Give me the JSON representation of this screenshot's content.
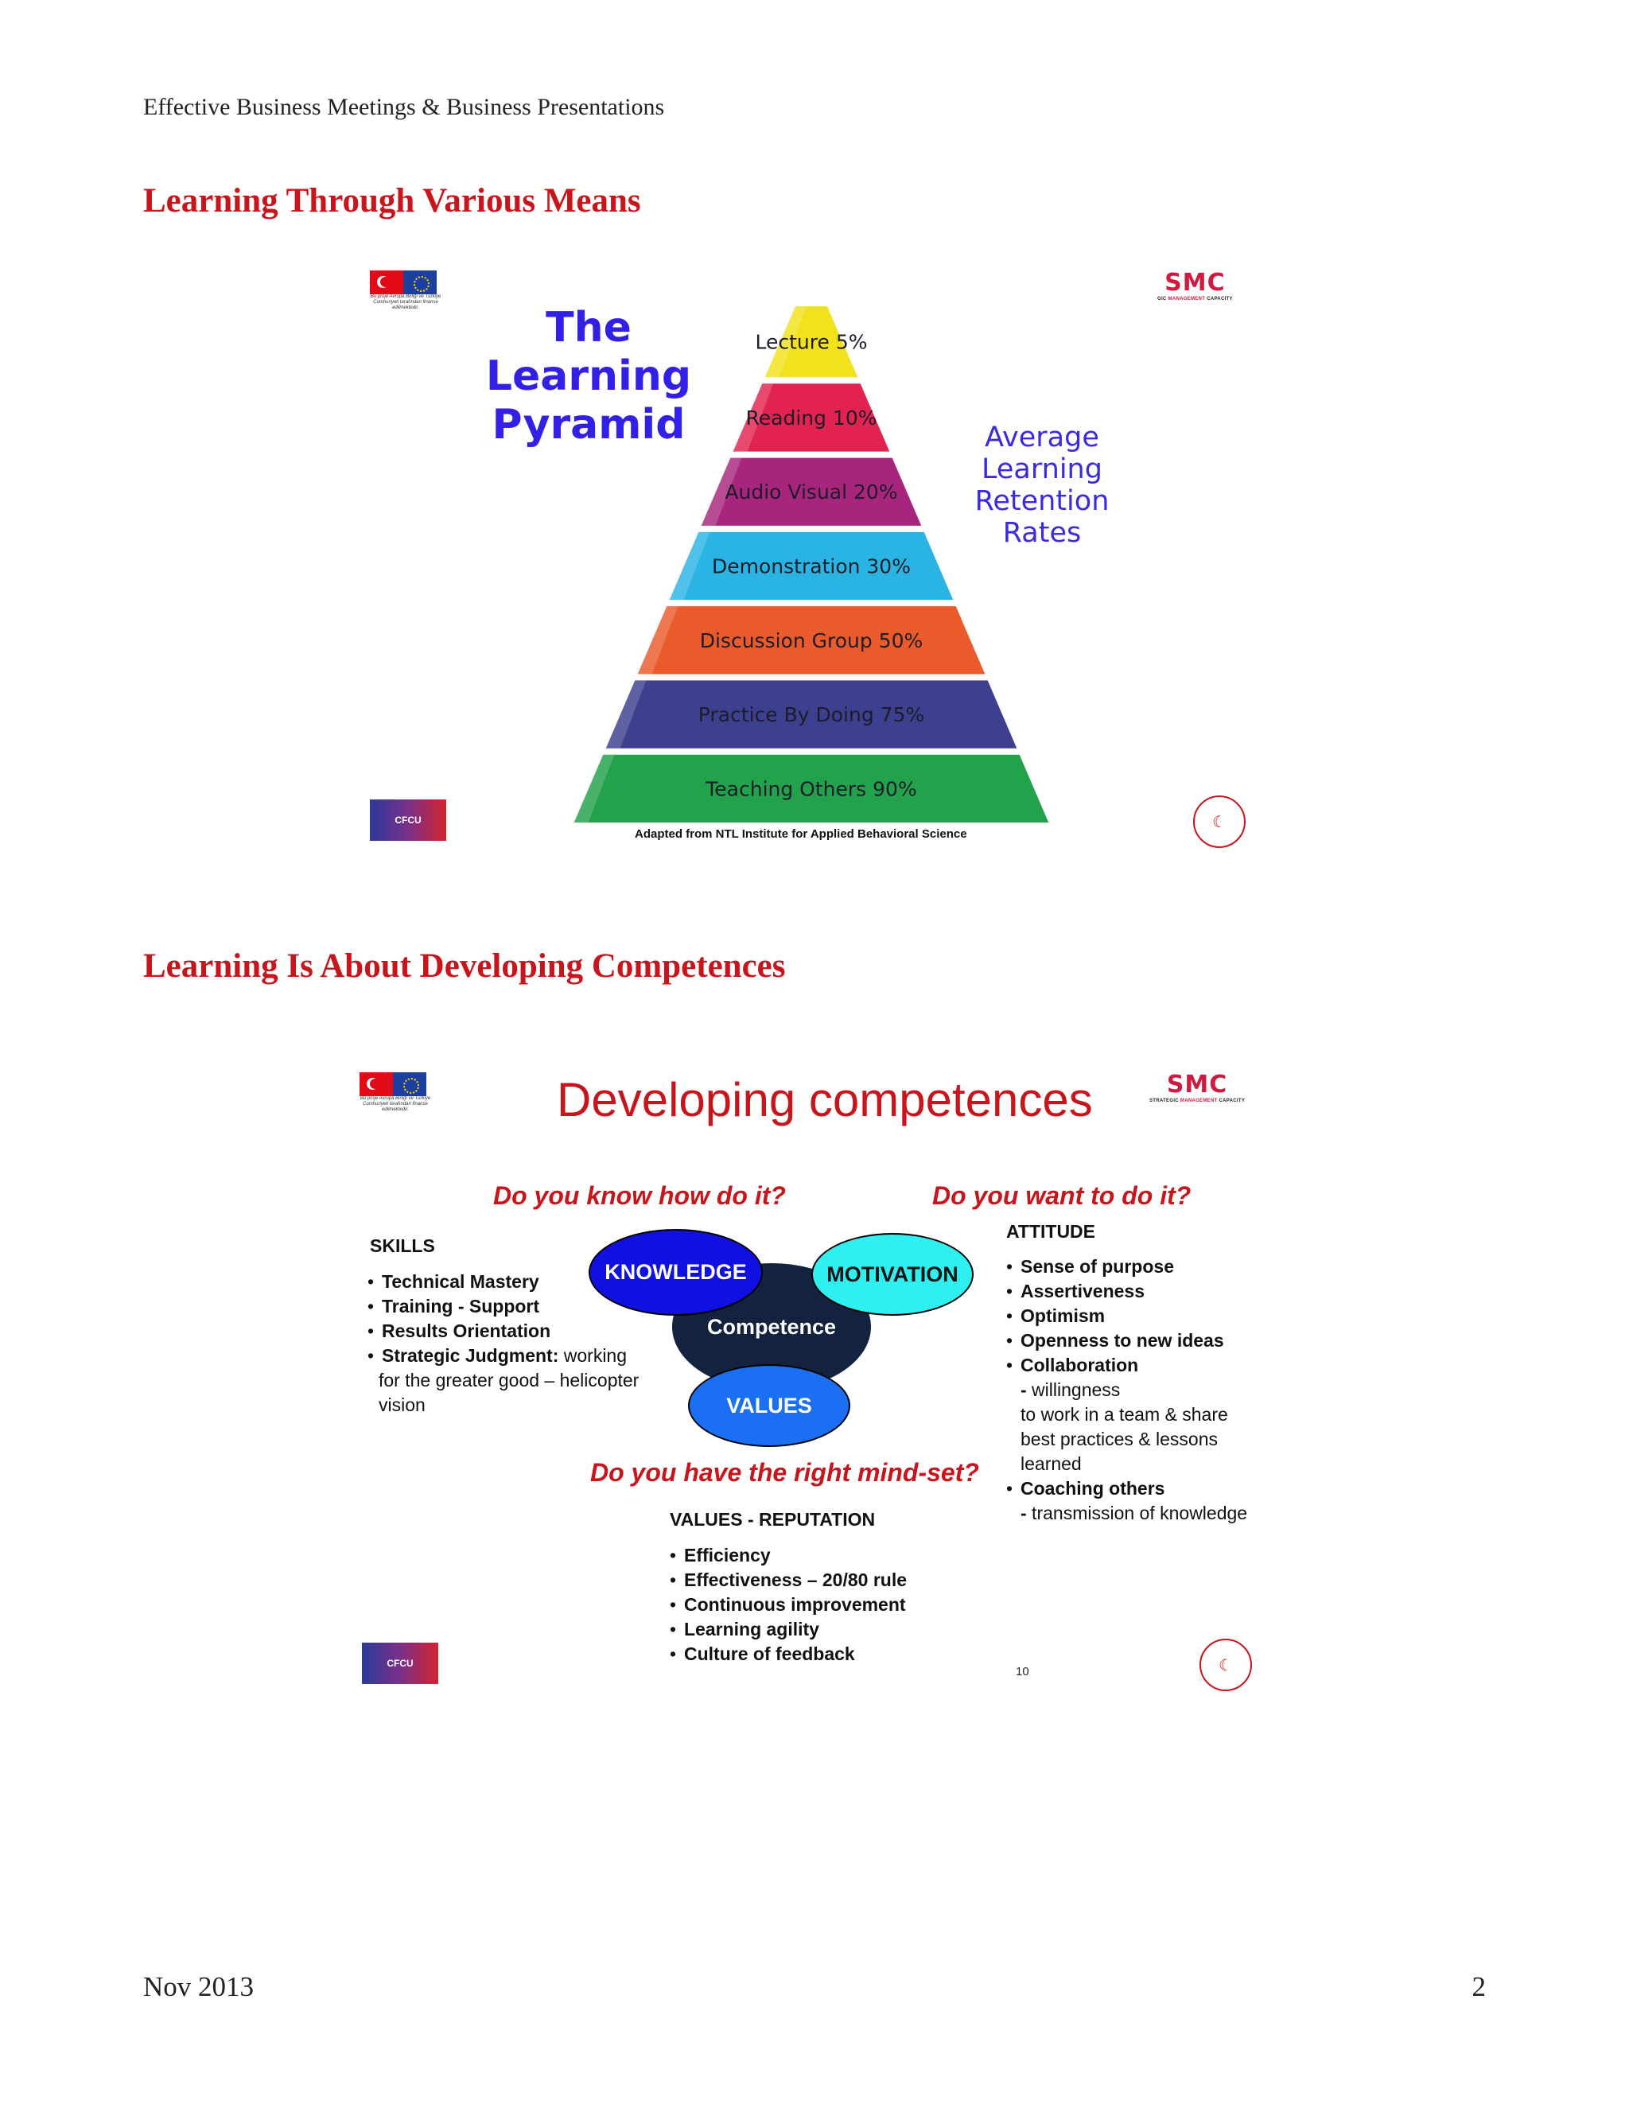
{
  "header": {
    "running_title": "Effective Business Meetings & Business Presentations"
  },
  "sections": [
    {
      "heading": "Learning Through Various Means"
    },
    {
      "heading": "Learning Is About Developing Competences"
    }
  ],
  "footer": {
    "date": "Nov 2013",
    "page_number": "2"
  },
  "logos": {
    "eu_caption": [
      "Bu proje Avrupa Birliği ve Türkiye",
      "Cumhuriyeti tarafından finanse",
      "edilmektedir."
    ],
    "smc_text": "SMC",
    "smc_sub_1": [
      "GIC",
      "MANAGEMENT",
      "CAPACITY"
    ],
    "smc_sub_2": [
      "STRATEGIC",
      "MANAGEMENT",
      "CAPACITY"
    ],
    "cfcu_text": "CFCU",
    "seal_icon": "turkish-ministry-seal-icon"
  },
  "slide1": {
    "title": [
      "The",
      "Learning",
      "Pyramid"
    ],
    "side_text": [
      "Average",
      "Learning",
      "Retention",
      "Rates"
    ],
    "credit": "Adapted from NTL Institute for Applied Behavioral Science",
    "chart_data": {
      "type": "bar",
      "title": "The Learning Pyramid",
      "subtitle": "Average Learning Retention Rates",
      "categories": [
        "Lecture",
        "Reading",
        "Audio Visual",
        "Demonstration",
        "Discussion Group",
        "Practice By Doing",
        "Teaching Others"
      ],
      "values": [
        5,
        10,
        20,
        30,
        50,
        75,
        90
      ],
      "labels": [
        "Lecture 5%",
        "Reading 10%",
        "Audio Visual 20%",
        "Demonstration 30%",
        "Discussion Group 50%",
        "Practice By Doing 75%",
        "Teaching Others 90%"
      ],
      "colors": [
        "#f2e21c",
        "#e3234f",
        "#a8257e",
        "#2ab4e3",
        "#ea5a2a",
        "#3d3f8f",
        "#22a24a"
      ],
      "annotation": "Adapted from NTL Institute for Applied Behavioral Science"
    }
  },
  "slide2": {
    "title": "Developing competences",
    "questions": {
      "know": "Do you know how do it?",
      "want": "Do you want to do it?",
      "mindset": "Do you have the right mind-set?"
    },
    "ellipses": {
      "knowledge": {
        "label": "KNOWLEDGE",
        "color": "#1010e0"
      },
      "motivation": {
        "label": "MOTIVATION",
        "color": "#2ef0f0"
      },
      "competence": {
        "label": "Competence",
        "color": "#13233f"
      },
      "values": {
        "label": "VALUES",
        "color": "#1a6ff2"
      }
    },
    "skills": {
      "heading": "SKILLS",
      "items": [
        "Technical Mastery",
        "Training - Support",
        "Results Orientation"
      ],
      "strategic_bold": "Strategic Judgment:",
      "strategic_rest": " working",
      "strategic_cont": [
        "for the greater good – helicopter",
        "vision"
      ]
    },
    "attitude": {
      "heading": "ATTITUDE",
      "items": [
        "Sense of purpose",
        "Assertiveness",
        "Optimism",
        "Openness to new ideas",
        "Collaboration"
      ],
      "collab_dash": "-",
      "collab_sub": [
        " willingness",
        "to work in a team & share",
        "best practices & lessons",
        "learned"
      ],
      "coaching": "Coaching others",
      "coaching_dash": "-",
      "coaching_sub": " transmission of knowledge"
    },
    "values_reputation": {
      "heading": "VALUES - REPUTATION",
      "items": [
        "Efficiency",
        "Effectiveness – 20/80 rule",
        "Continuous improvement",
        "Learning agility",
        "Culture of feedback"
      ]
    },
    "page_number": "10"
  }
}
